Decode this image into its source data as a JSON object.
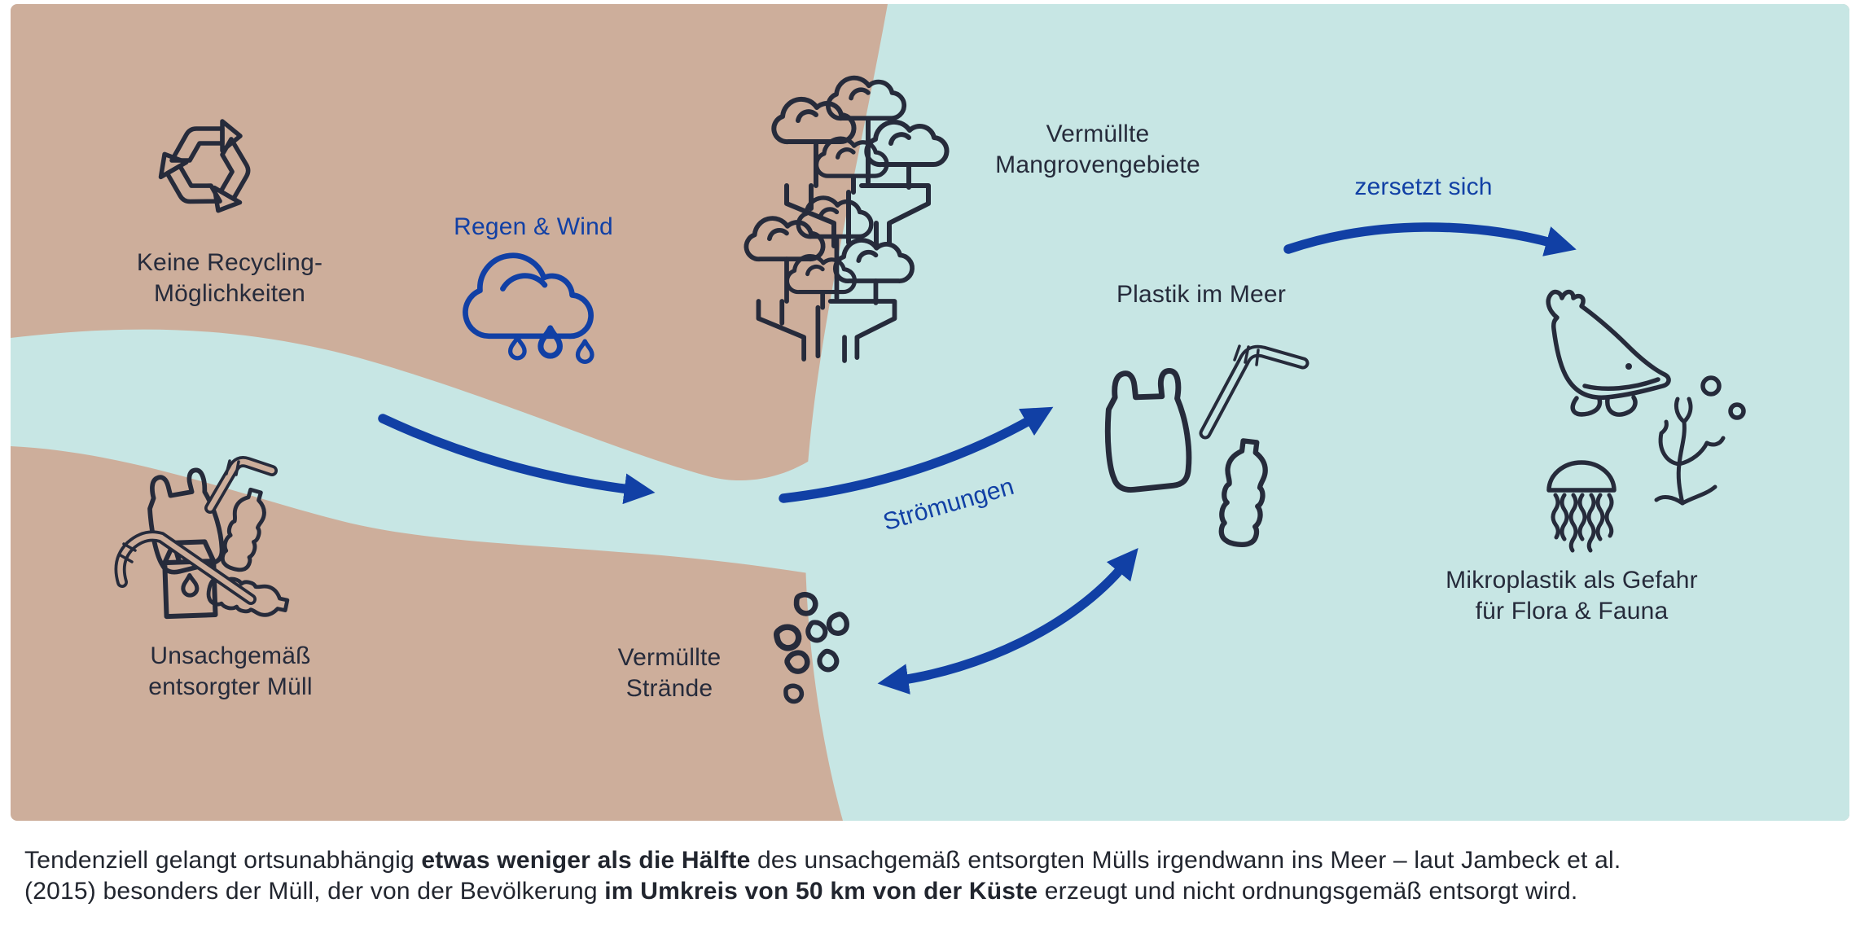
{
  "colors": {
    "land": "#CDAE9B",
    "water": "#C7E6E4",
    "outline_ink": "#262B3B",
    "accent_blue": "#1140A5",
    "page_background": "#FFFFFF"
  },
  "diagram": {
    "labels": {
      "no_recycling": "Keine Recycling-\nMöglichkeiten",
      "rain_wind": "Regen & Wind",
      "littered_mangroves": "Vermüllte\nMangrovengebiete",
      "decomposes": "zersetzt sich",
      "plastic_in_sea": "Plastik im Meer",
      "currents": "Strömungen",
      "littered_beaches": "Vermüllte\nStrände",
      "improper_waste": "Unsachgemäß\nentsorgter Müll",
      "microplastic": "Mikroplastik als Gefahr\nfür Flora & Fauna"
    },
    "icons": [
      "recycling-icon",
      "rain-cloud-icon",
      "mangrove-trees-icon",
      "trash-pile-icon",
      "plastic-bag-icon",
      "straw-icon",
      "plastic-bottle-icon",
      "milk-carton-icon",
      "pebbles-icon",
      "whale-icon",
      "jellyfish-icon",
      "coral-icon",
      "bubbles-icon",
      "river-flow-arrow",
      "currents-arrow",
      "beach-exchange-arrow",
      "decompose-arrow"
    ]
  },
  "caption": {
    "part1": "Tendenziell gelangt ortsunabhängig ",
    "bold1": "etwas weniger als die Hälfte",
    "part2": " des unsachgemäß entsorgten Mülls irgendwann ins Meer – laut Jambeck et al.\n(2015) besonders der Müll, der von der Bevölkerung ",
    "bold2": "im Umkreis von 50 km von der Küste",
    "part3": " erzeugt und nicht ordnungsgemäß entsorgt wird."
  }
}
